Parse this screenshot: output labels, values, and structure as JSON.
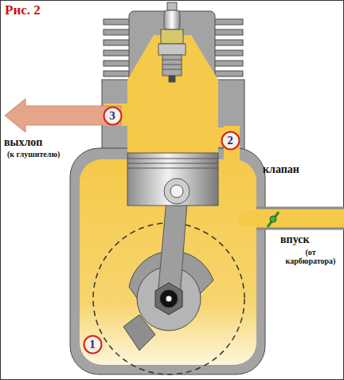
{
  "diagram": {
    "title": "Рис. 2",
    "nodes": [
      {
        "text": [
          "3"
        ]
      },
      {
        "text": [
          "2"
        ]
      },
      {
        "text": [
          "1"
        ]
      }
    ],
    "labels": [
      "выхлоп",
      "(к глушителю)",
      "клапан",
      "впуск",
      "(от карбюратора)"
    ]
  }
}
